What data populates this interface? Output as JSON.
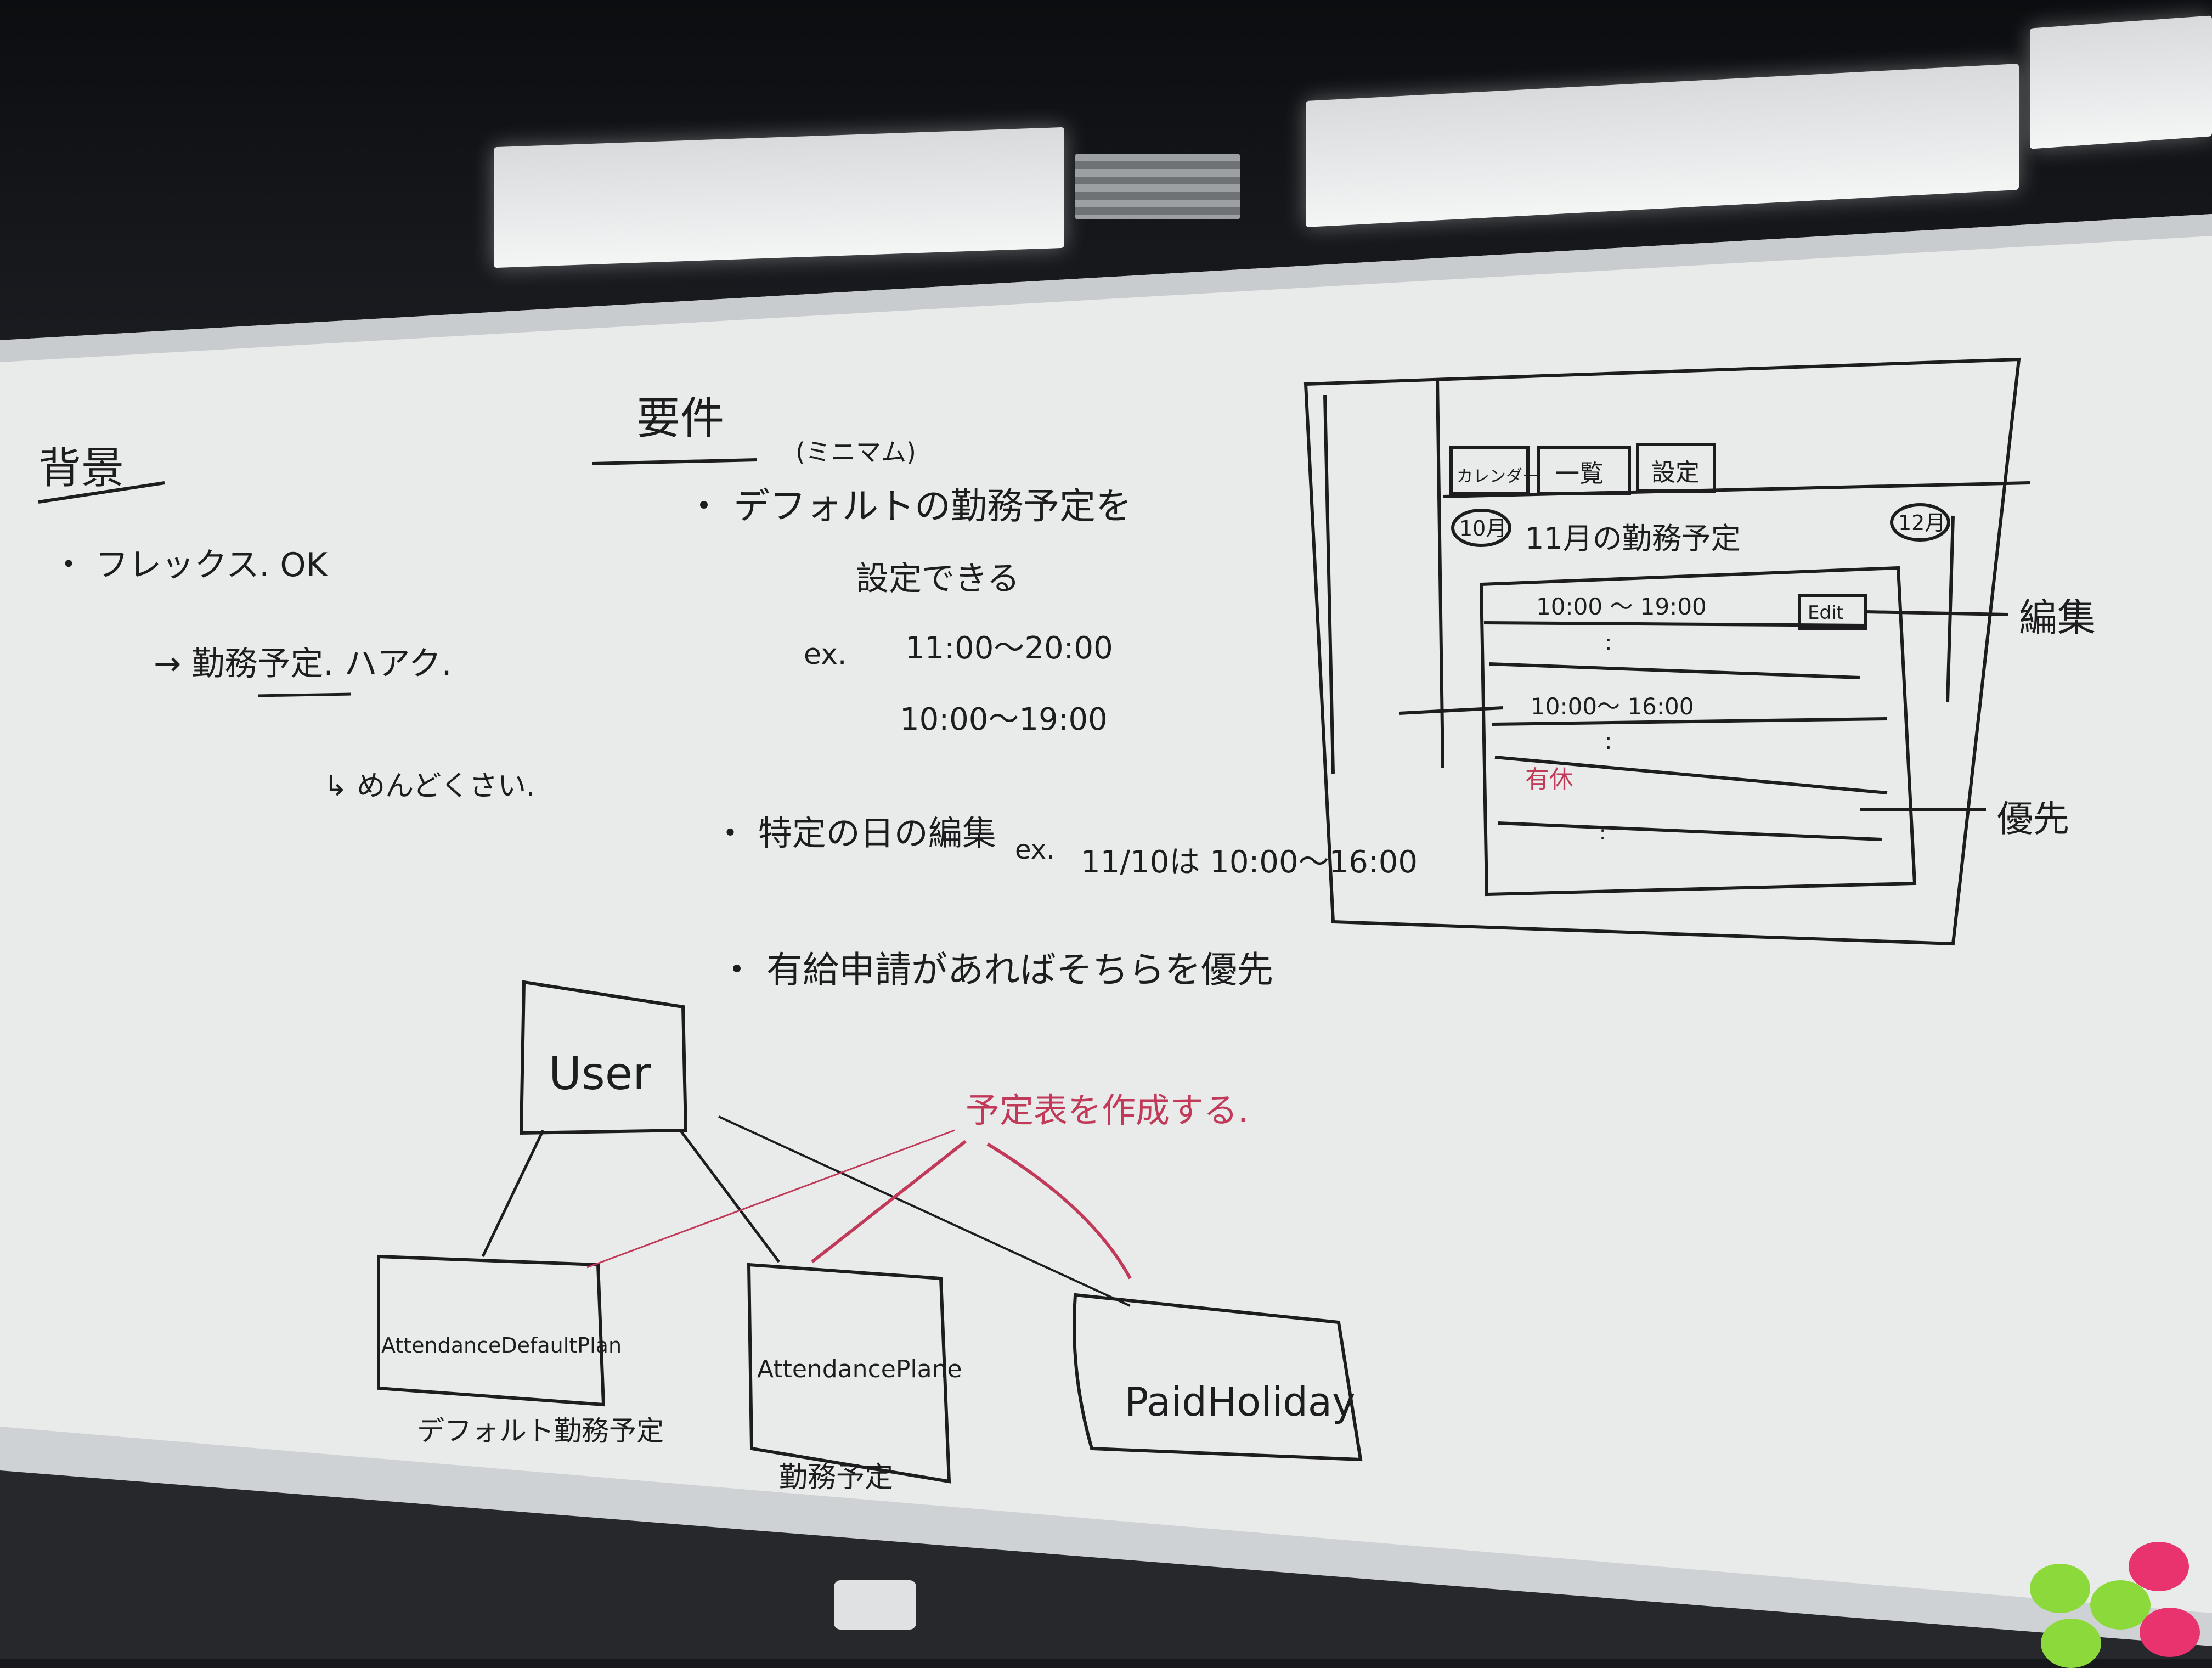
{
  "colors": {
    "marker_black": "#1d1d1f",
    "marker_red": "#c23a5a",
    "board": "#eceeed",
    "frame": "#c9ccce",
    "magnet_green": "#8bd93a",
    "magnet_pink": "#e8336f"
  },
  "left": {
    "heading": "背景",
    "flex": "・ フレックス. OK",
    "arrow_text": "→ 勤務予定. ハアク.",
    "followup": "↳ めんどくさい."
  },
  "requirements": {
    "heading": "要件",
    "mvp_note": "(ミニマム)",
    "item1_line1": "・ デフォルトの勤務予定を",
    "item1_line2": "設定できる",
    "example_label": "ex.",
    "example_time1": "11:00〜20:00",
    "example_time2": "10:00〜19:00",
    "item2": "・ 特定の日の編集",
    "item2_example_label": "ex.",
    "item2_example": "11/10は  10:00〜16:00",
    "item3": "・ 有給申請があればそちらを優先"
  },
  "mockup": {
    "tabs": [
      "カレンダー",
      "一覧",
      "設定"
    ],
    "prev_month": "10月",
    "next_month": "12月",
    "title": "11月の勤務予定",
    "row1": "10:00 〜 19:00",
    "edit_button": "Edit",
    "row2": "10:00〜 16:00",
    "holiday": "有休",
    "dots": ":",
    "label_edit": "編集",
    "label_priority": "優先"
  },
  "diagram": {
    "user": "User",
    "entity1": "AttendanceDefaultPlan",
    "entity1_caption": "デフォルト勤務予定",
    "entity2": "AttendancePlane",
    "entity2_caption": "勤務予定",
    "entity3": "PaidHoliday",
    "note": "予定表を作成する."
  }
}
